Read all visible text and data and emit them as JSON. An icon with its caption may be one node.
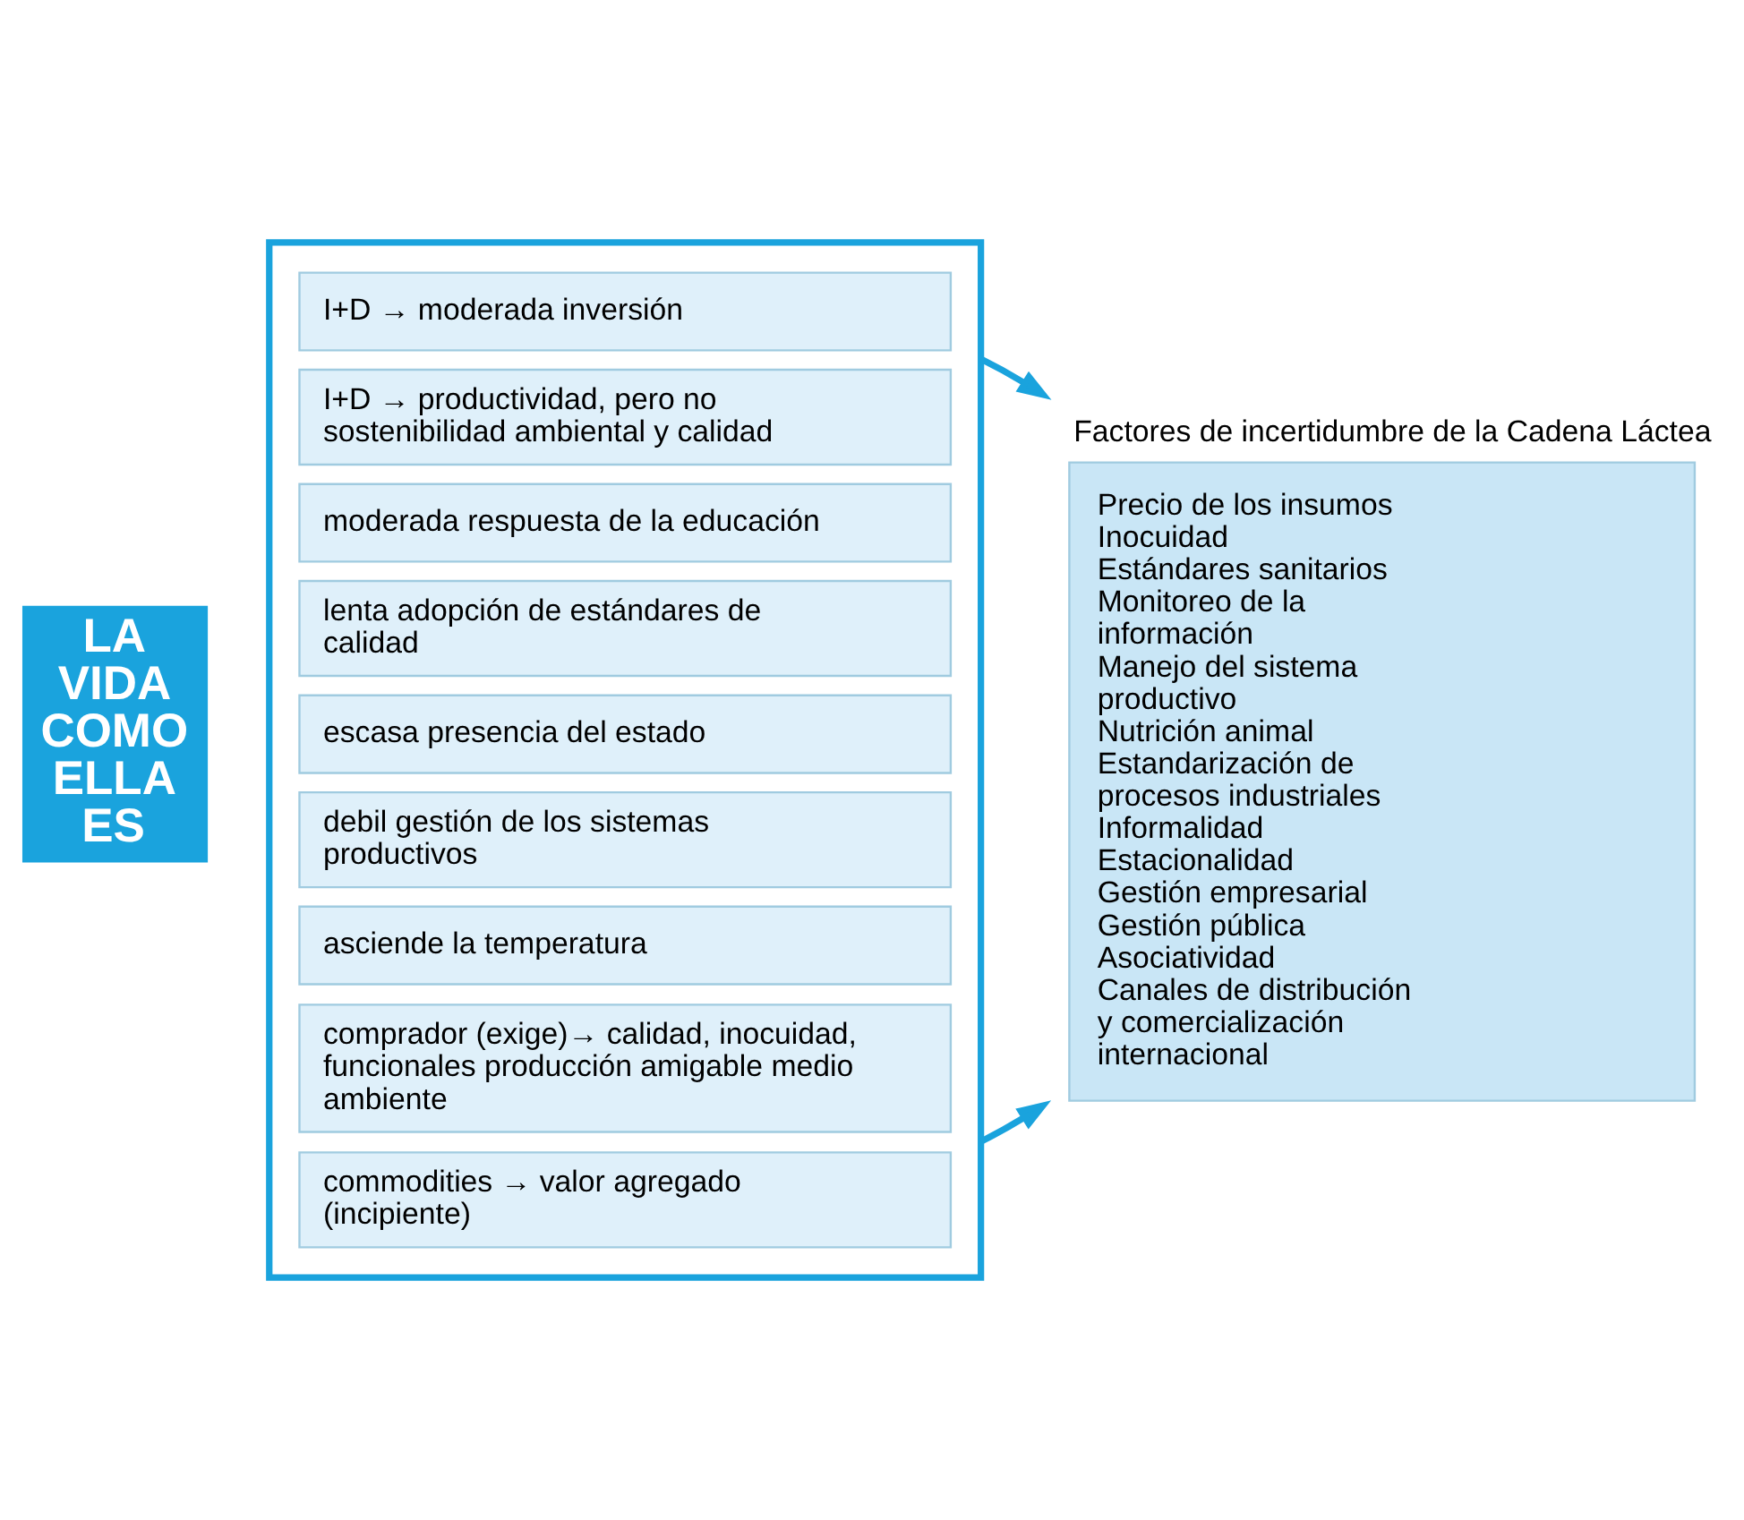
{
  "diagram": {
    "nodes": [
      {
        "text": [
          "LA VIDA COMO ELLA ES"
        ]
      },
      {
        "text": [],
        "shape": "box"
      },
      {
        "text": [
          "commodities → valor agregado (incipiente)"
        ],
        "in": 1
      },
      {
        "text": [
          "comprador (exige)→ calidad, inocuidad, funcionales producción amigable medio ambiente"
        ],
        "in": 1
      },
      {
        "text": [
          "asciende la temperatura"
        ],
        "in": 1
      },
      {
        "text": [
          "debil gestión de los sistemas productivos"
        ],
        "in": 1
      },
      {
        "text": [
          "escasa presencia del estado"
        ],
        "in": 1
      },
      {
        "text": [
          "lenta adopción de estándares de calidad"
        ],
        "in": 1
      },
      {
        "text": [
          "moderada respuesta de la educación"
        ],
        "in": 1
      },
      {
        "text": [
          "I+D → productividad, pero no sostenibilidad ambiental y calidad"
        ],
        "in": 1
      },
      {
        "text": [
          "I+D → moderada inversión"
        ],
        "in": 1
      },
      {
        "text": [
          "Factores de incertidumbre de la Cadena Láctea",
          "Precio de los insumos",
          "Inocuidad",
          "Estándares sanitarios",
          "Monitoreo de la información",
          "Manejo del sistema productivo",
          "Nutrición animal",
          "Estandarización de procesos industriales",
          "Informalidad",
          "Estacionalidad",
          "Gestión empresarial",
          "Gestión pública",
          "Asociatividad",
          "Canales de distribución y comercialización internacional"
        ]
      }
    ],
    "edges": [
      {
        "from": 1,
        "to": 11,
        "arrow": "to"
      },
      {
        "from": 1,
        "to": 11,
        "arrow": "to"
      }
    ]
  }
}
